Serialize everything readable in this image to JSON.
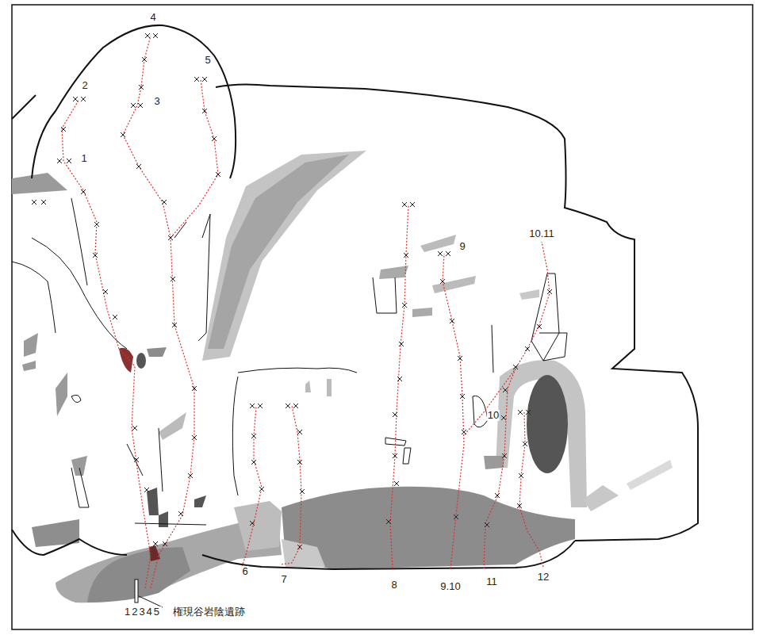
{
  "diagram": {
    "labels": [
      "4",
      "5",
      "2",
      "3",
      "1",
      "10.11",
      "9",
      "10",
      "6",
      "7",
      "8",
      "9.10",
      "11",
      "12",
      "12345",
      "権現谷岩陰遺跡"
    ]
  }
}
